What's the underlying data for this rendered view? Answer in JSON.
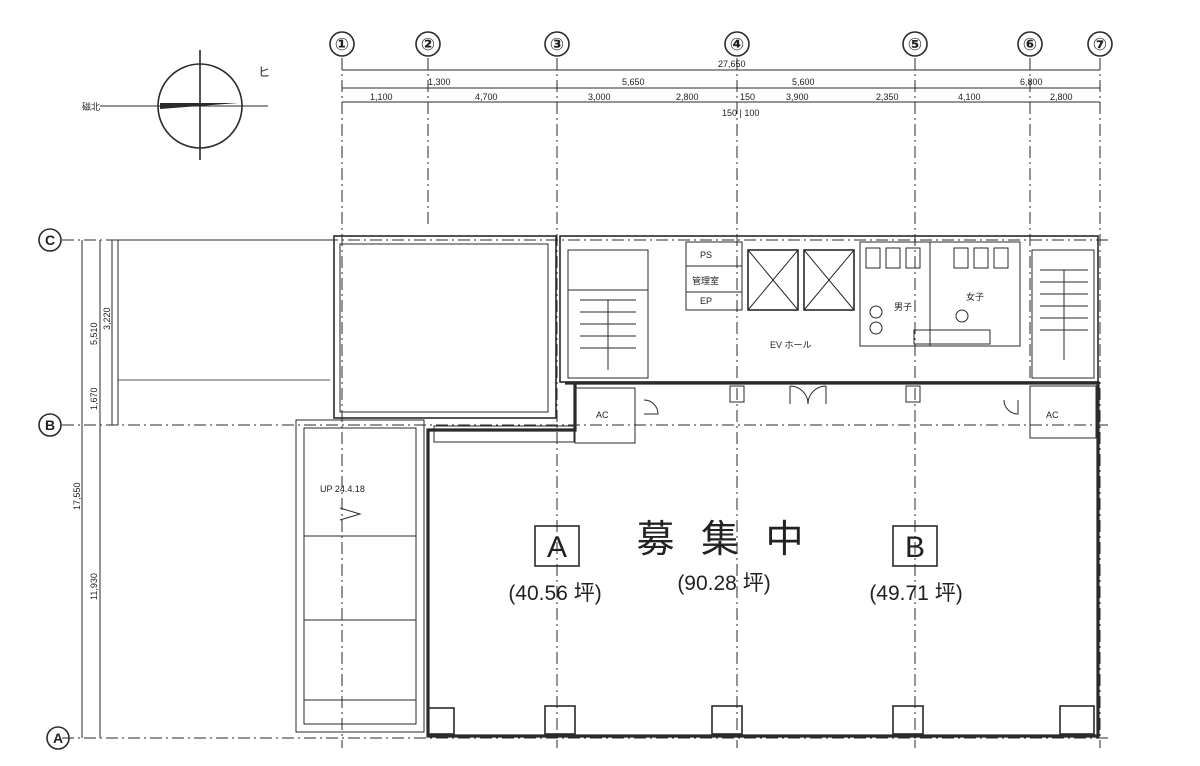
{
  "compass": {
    "label": "磁北"
  },
  "grid": {
    "columns": [
      {
        "id": "col-1",
        "label": "①"
      },
      {
        "id": "col-2",
        "label": "②"
      },
      {
        "id": "col-3",
        "label": "③"
      },
      {
        "id": "col-4",
        "label": "④"
      },
      {
        "id": "col-5",
        "label": "⑤"
      },
      {
        "id": "col-6",
        "label": "⑥"
      },
      {
        "id": "col-7",
        "label": "⑦"
      }
    ],
    "rows": [
      {
        "id": "row-c",
        "label": "C"
      },
      {
        "id": "row-b",
        "label": "B"
      },
      {
        "id": "row-a",
        "label": "A"
      }
    ]
  },
  "dimensions": {
    "overall": "27,650",
    "top": [
      "1,300",
      "5,650",
      "5,600",
      "6,800"
    ],
    "second": [
      "1,100",
      "4,700",
      "3,000",
      "2,800",
      "150",
      "3,900",
      "2,350",
      "4,100",
      "2,800"
    ],
    "small": "150 | 100",
    "left": [
      "5,510",
      "3,220",
      "1,670",
      "17,550",
      "11,930"
    ]
  },
  "rooms": {
    "ps": "PS",
    "storage": "管理室",
    "ep": "EP",
    "elevator_hall": "EV ホール",
    "male_wc": "男子",
    "female_wc": "女子",
    "ac1": "AC",
    "ac2": "AC"
  },
  "leasing": {
    "status": "募 集 中",
    "total_area": "(90.28 坪)",
    "unit_a": {
      "label": "A",
      "area": "(40.56 坪)"
    },
    "unit_b": {
      "label": "B",
      "area": "(49.71 坪)"
    }
  }
}
